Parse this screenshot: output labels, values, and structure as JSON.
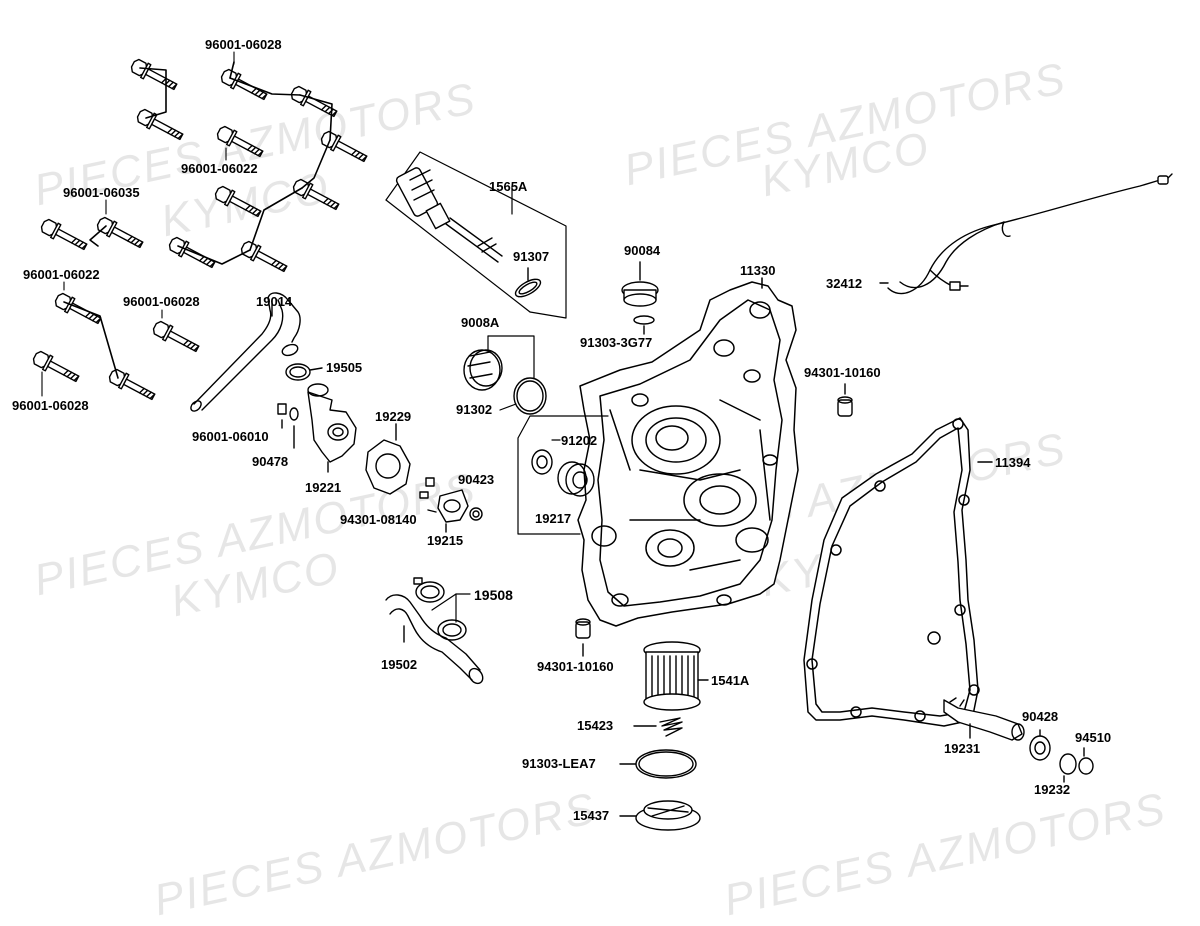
{
  "watermark": {
    "line1": "PIECES AZMOTORS",
    "line2": "KYMCO"
  },
  "labels": {
    "p96001_06028_top": "96001-06028",
    "p96001_06022_a": "96001-06022",
    "p96001_06035": "96001-06035",
    "p96001_06022_b": "96001-06022",
    "p96001_06028_mid": "96001-06028",
    "p96001_06028_low": "96001-06028",
    "p1565A": "1565A",
    "p91307": "91307",
    "p90084": "90084",
    "p11330": "11330",
    "p32412": "32412",
    "p91303_3G77": "91303-3G77",
    "p19014": "19014",
    "p19505": "19505",
    "p9008A": "9008A",
    "p91302": "91302",
    "p94301_10160_a": "94301-10160",
    "p96001_06010": "96001-06010",
    "p90478": "90478",
    "p19229": "19229",
    "p19221": "19221",
    "p91202": "91202",
    "p19217": "19217",
    "p11394": "11394",
    "p90423": "90423",
    "p94301_08140": "94301-08140",
    "p19215": "19215",
    "p19508": "19508",
    "p19502": "19502",
    "p94301_10160_b": "94301-10160",
    "p1541A": "1541A",
    "p15423": "15423",
    "p91303_LEA7": "91303-LEA7",
    "p15437": "15437",
    "p19231": "19231",
    "p90428": "90428",
    "p94510": "94510",
    "p19232": "19232"
  }
}
